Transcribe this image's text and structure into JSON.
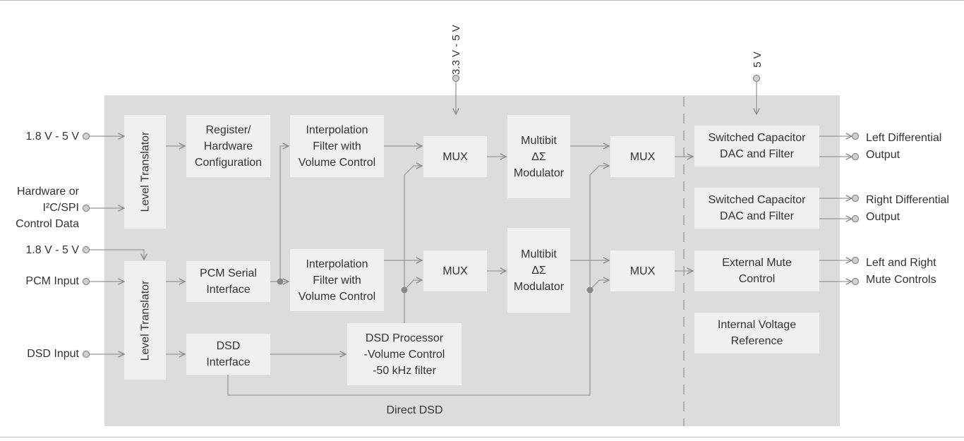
{
  "blocks": {
    "level_translator_top": "Level Translator",
    "level_translator_bottom": "Level Translator",
    "register_config": "Register/\nHardware\nConfiguration",
    "interp_filter_top": "Interpolation\nFilter with\nVolume Control",
    "interp_filter_bottom": "Interpolation\nFilter with\nVolume  Control",
    "pcm_serial": "PCM Serial\nInterface",
    "dsd_interface": "DSD\nInterface",
    "dsd_processor": "DSD Processor\n-Volume Control\n-50 kHz filter",
    "mux_1": "MUX",
    "mux_2": "MUX",
    "mux_3": "MUX",
    "mux_4": "MUX",
    "modulator_top": "Multibit\nΔΣ\nModulator",
    "modulator_bottom": "Multibit\nΔΣ\nModulator",
    "dac_left": "Switched Capacitor\nDAC and Filter",
    "dac_right": "Switched Capacitor\nDAC and Filter",
    "ext_mute": "External Mute\nControl",
    "int_vref": "Internal Voltage\nReference"
  },
  "inputs": {
    "supply_top": "1.8 V - 5 V",
    "control_data": "Hardware or\nI²C/SPI\nControl Data",
    "supply_bottom": "1.8 V - 5 V",
    "pcm_input": "PCM Input",
    "dsd_input": "DSD Input"
  },
  "supplies": {
    "digital": "3.3 V - 5 V",
    "analog": "5 V"
  },
  "outputs": {
    "left_diff": "Left Differential",
    "left_diff_2": "Output",
    "right_diff": "Right Differential",
    "right_diff_2": "Output",
    "mute": "Left and Right",
    "mute_2": "Mute Controls"
  },
  "labels": {
    "direct_dsd": "Direct DSD"
  }
}
